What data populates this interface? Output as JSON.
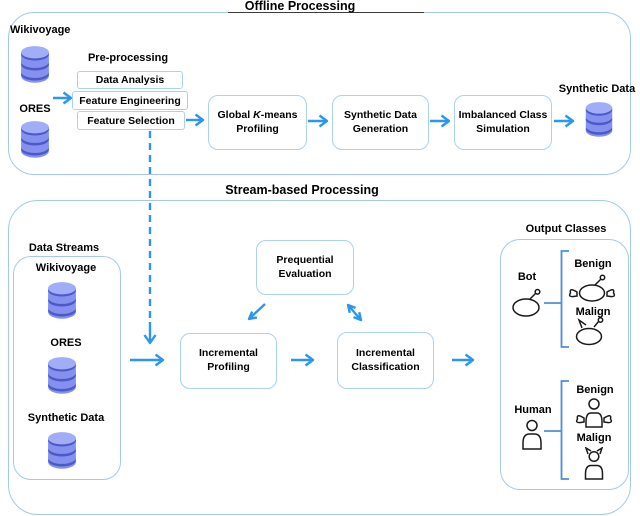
{
  "offline": {
    "title": "Offline Processing",
    "wikivoyage": "Wikivoyage",
    "ores": "ORES",
    "preprocessing": {
      "title": "Pre-processing",
      "steps": [
        "Data Analysis",
        "Feature Engineering",
        "Feature Selection"
      ]
    },
    "global_kmeans": {
      "pre": "Global ",
      "k": "K",
      "post": "-means",
      "line2": "Profiling"
    },
    "synthetic_generation": {
      "line1": "Synthetic Data",
      "line2": "Generation"
    },
    "imbalanced_simulation": {
      "line1": "Imbalanced Class",
      "line2": "Simulation"
    },
    "synthetic_data": "Synthetic Data"
  },
  "stream": {
    "title": "Stream-based Processing",
    "data_streams": {
      "title": "Data Streams",
      "sources": [
        "Wikivoyage",
        "ORES",
        "Synthetic Data"
      ]
    },
    "prequential": {
      "line1": "Prequential",
      "line2": "Evaluation"
    },
    "incremental_profiling": {
      "line1": "Incremental",
      "line2": "Profiling"
    },
    "incremental_classification": {
      "line1": "Incremental",
      "line2": "Classification"
    },
    "output_classes": {
      "title": "Output Classes",
      "bot": {
        "label": "Bot",
        "benign": "Benign",
        "malign": "Malign"
      },
      "human": {
        "label": "Human",
        "benign": "Benign",
        "malign": "Malign"
      }
    }
  },
  "icons": {
    "database": "stacked-cylinder-database",
    "bot": "robot-head-with-antenna",
    "bot_benign": "robot-with-angel-wings",
    "bot_malign": "robot-with-horns",
    "human": "person-silhouette",
    "human_benign": "person-with-angel-wings",
    "human_malign": "person-with-horns",
    "arrow": "blue-chevron-arrow",
    "dashed_arrow": "blue-dashed-down-arrow"
  },
  "colors": {
    "arrow": "#2B97EE",
    "box_border": "#A9D2F3",
    "container_border": "#A5C9EC",
    "database_body": "#8591EF",
    "database_dark": "#4C5AC8",
    "database_top": "#A2ADF7",
    "bracket": "#4A90D9",
    "text": "#000000",
    "title_underline": "#3D3D3D"
  }
}
